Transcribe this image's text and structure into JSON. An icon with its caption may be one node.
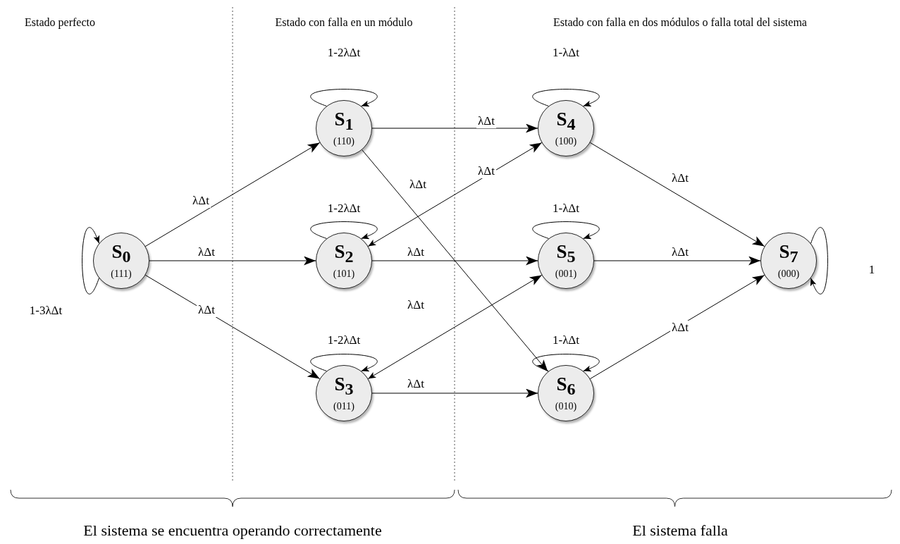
{
  "diagram": {
    "nodes": [
      {
        "text": [
          "S$_{0}$",
          "(111)"
        ]
      },
      {
        "text": [
          "S$_{1}$",
          "(110)"
        ]
      },
      {
        "text": [
          "S$_{2}$",
          "(101)"
        ]
      },
      {
        "text": [
          "S$_{3}$",
          "(011)"
        ]
      },
      {
        "text": [
          "S$_{4}$",
          "(100)"
        ]
      },
      {
        "text": [
          "S$_{5}$",
          "(001)"
        ]
      },
      {
        "text": [
          "S$_{6}$",
          "(010)"
        ]
      },
      {
        "text": [
          "S$_{7}$",
          "(000)"
        ]
      }
    ],
    "edges": [
      {
        "from": 0,
        "to": 0,
        "arrow": "to",
        "label": "1-3λΔt"
      },
      {
        "from": 0,
        "to": 1,
        "arrow": "to",
        "label": "λΔt"
      },
      {
        "from": 0,
        "to": 2,
        "arrow": "to",
        "label": "λΔt"
      },
      {
        "from": 0,
        "to": 3,
        "arrow": "to",
        "label": "λΔt"
      },
      {
        "from": 1,
        "to": 1,
        "arrow": "to",
        "label": "1-2λΔt"
      },
      {
        "from": 1,
        "to": 4,
        "arrow": "to",
        "label": "λΔt"
      },
      {
        "from": 1,
        "to": 6,
        "arrow": "to",
        "label": "λΔt"
      },
      {
        "from": 2,
        "to": 2,
        "arrow": "to",
        "label": "1-2λΔt"
      },
      {
        "from": 2,
        "to": 4,
        "arrow": "both",
        "label": "λΔt"
      },
      {
        "from": 2,
        "to": 5,
        "arrow": "to",
        "label": "λΔt"
      },
      {
        "from": 3,
        "to": 3,
        "arrow": "to",
        "label": "1-2λΔt"
      },
      {
        "from": 3,
        "to": 5,
        "arrow": "both",
        "label": "λΔt"
      },
      {
        "from": 3,
        "to": 6,
        "arrow": "to",
        "label": "λΔt"
      },
      {
        "from": 4,
        "to": 4,
        "arrow": "to",
        "label": "1-λΔt"
      },
      {
        "from": 4,
        "to": 7,
        "arrow": "to",
        "label": "λΔt"
      },
      {
        "from": 5,
        "to": 5,
        "arrow": "to",
        "label": "1-λΔt"
      },
      {
        "from": 5,
        "to": 7,
        "arrow": "to",
        "label": "λΔt"
      },
      {
        "from": 6,
        "to": 6,
        "arrow": "to",
        "label": "1-λΔt"
      },
      {
        "from": 6,
        "to": 7,
        "arrow": "to",
        "label": "λΔt"
      },
      {
        "from": 7,
        "to": 7,
        "arrow": "to",
        "label": "1"
      }
    ],
    "labels": [
      "Estado perfecto",
      "Estado con falla en un módulo",
      "Estado con falla en dos módulos o falla total del sistema",
      "El sistema se encuentra operando correctamente",
      "El sistema falla"
    ]
  }
}
